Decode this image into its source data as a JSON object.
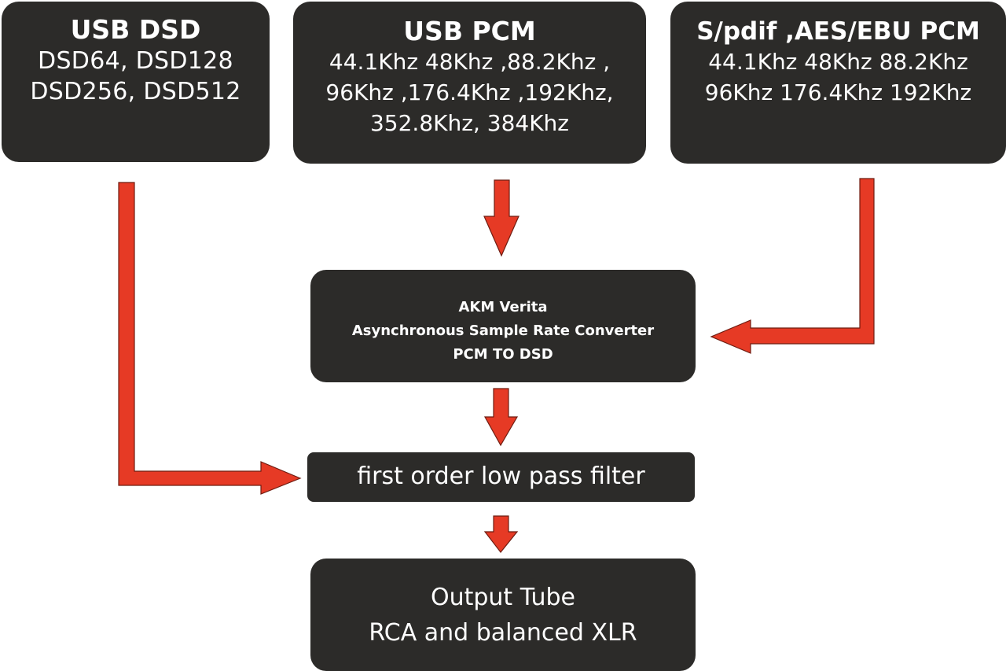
{
  "colors": {
    "box_fill": "#2c2b29",
    "text": "#ffffff",
    "arrow_fill": "#e63a25",
    "arrow_stroke": "#6e1d12"
  },
  "usb_dsd": {
    "title": "USB DSD",
    "lines": [
      "DSD64, DSD128",
      "DSD256, DSD512"
    ]
  },
  "usb_pcm": {
    "title": "USB PCM",
    "lines": [
      "44.1Khz 48Khz ,88.2Khz ,",
      "96Khz ,176.4Khz ,192Khz,",
      "352.8Khz, 384Khz"
    ]
  },
  "spdif_pcm": {
    "title": "S/pdif ,AES/EBU PCM",
    "lines": [
      "44.1Khz 48Khz 88.2Khz",
      "96Khz 176.4Khz 192Khz"
    ]
  },
  "akm": {
    "lines": [
      "AKM Verita",
      "Asynchronous Sample Rate Converter",
      "PCM TO DSD"
    ]
  },
  "filter": {
    "label": "first order low pass filter"
  },
  "output": {
    "lines": [
      "Output Tube",
      "RCA and balanced XLR"
    ]
  }
}
